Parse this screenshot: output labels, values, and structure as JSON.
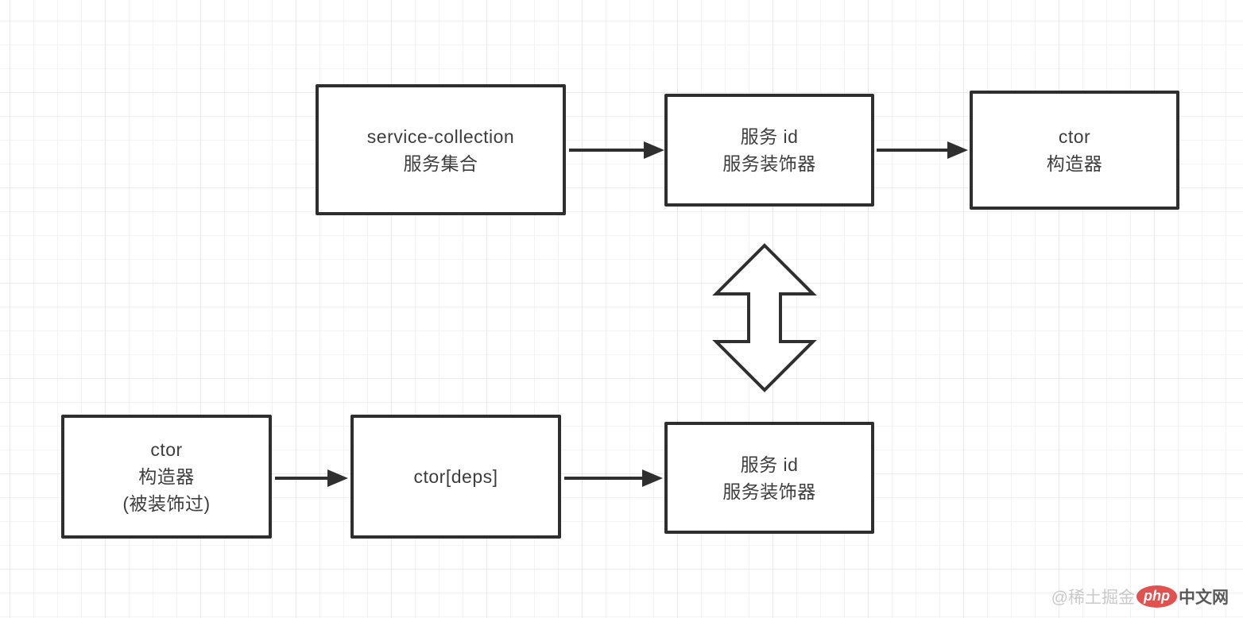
{
  "colors": {
    "background": "#ffffff",
    "grid_minor": "#f3f3f3",
    "grid_major": "#e9e9e9",
    "node_border": "#2e2e2e",
    "node_text": "#3d3d3d",
    "arrow": "#2f2f2f",
    "double_arrow_fill": "#ffffff",
    "watermark_light": "#c9c9c9",
    "watermark_dark": "#595959",
    "watermark_logo_bg": "#e0514f",
    "watermark_logo_text": "#ffffff"
  },
  "diagram": {
    "nodes": [
      {
        "name": "service-collection",
        "lines": [
          "service-collection",
          "服务集合"
        ]
      },
      {
        "name": "service-id-decorator-top",
        "lines": [
          "服务 id",
          "服务装饰器"
        ]
      },
      {
        "name": "ctor",
        "lines": [
          "ctor",
          "构造器"
        ]
      },
      {
        "name": "ctor-decorated",
        "lines": [
          "ctor",
          "构造器",
          "(被装饰过)"
        ]
      },
      {
        "name": "ctor-deps",
        "lines": [
          "ctor[deps]"
        ]
      },
      {
        "name": "service-id-decorator-bottom",
        "lines": [
          "服务 id",
          "服务装饰器"
        ]
      }
    ]
  },
  "watermark": {
    "prefix": "@稀土掘金",
    "logo": "php",
    "suffix": "中文网"
  }
}
